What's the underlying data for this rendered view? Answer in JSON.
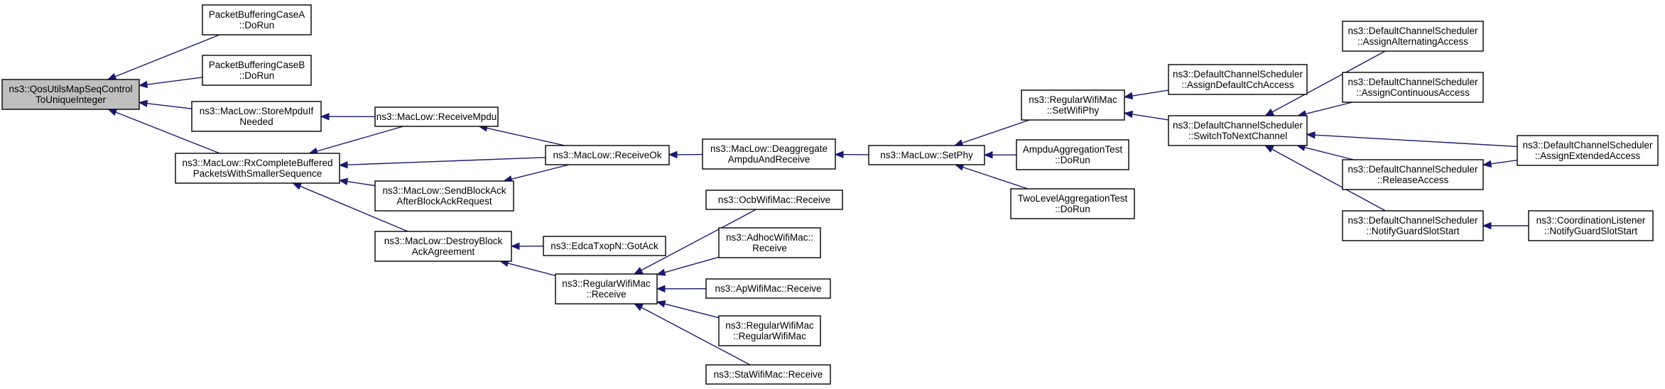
{
  "colors": {
    "edge": "#191970",
    "root_fill": "#bfbfbf",
    "node_fill": "#ffffff",
    "border": "#000000"
  },
  "graph": {
    "nodes": [
      {
        "id": "root",
        "lines": [
          "ns3::QosUtilsMapSeqControl",
          "ToUniqueInteger"
        ]
      },
      {
        "id": "pbcaseA",
        "lines": [
          "PacketBufferingCaseA",
          "::DoRun"
        ]
      },
      {
        "id": "pbcaseB",
        "lines": [
          "PacketBufferingCaseB",
          "::DoRun"
        ]
      },
      {
        "id": "storeMpdu",
        "lines": [
          "ns3::MacLow::StoreMpduIf",
          "Needed"
        ]
      },
      {
        "id": "rxComplete",
        "lines": [
          "ns3::MacLow::RxCompleteBuffered",
          "PacketsWithSmallerSequence"
        ]
      },
      {
        "id": "receiveMpdu",
        "lines": [
          "ns3::MacLow::ReceiveMpdu"
        ]
      },
      {
        "id": "sendBlockAck",
        "lines": [
          "ns3::MacLow::SendBlockAck",
          "AfterBlockAckRequest"
        ]
      },
      {
        "id": "destroyBlockAck",
        "lines": [
          "ns3::MacLow::DestroyBlock",
          "AckAgreement"
        ]
      },
      {
        "id": "receiveOk",
        "lines": [
          "ns3::MacLow::ReceiveOk"
        ]
      },
      {
        "id": "gotAck",
        "lines": [
          "ns3::EdcaTxopN::GotAck"
        ]
      },
      {
        "id": "regReceive",
        "lines": [
          "ns3::RegularWifiMac",
          "::Receive"
        ]
      },
      {
        "id": "deaggregate",
        "lines": [
          "ns3::MacLow::Deaggregate",
          "AmpduAndReceive"
        ]
      },
      {
        "id": "ocbReceive",
        "lines": [
          "ns3::OcbWifiMac::Receive"
        ]
      },
      {
        "id": "adhocReceive",
        "lines": [
          "ns3::AdhocWifiMac::",
          "Receive"
        ]
      },
      {
        "id": "apReceive",
        "lines": [
          "ns3::ApWifiMac::Receive"
        ]
      },
      {
        "id": "regCtor",
        "lines": [
          "ns3::RegularWifiMac",
          "::RegularWifiMac"
        ]
      },
      {
        "id": "staReceive",
        "lines": [
          "ns3::StaWifiMac::Receive"
        ]
      },
      {
        "id": "setPhy",
        "lines": [
          "ns3::MacLow::SetPhy"
        ]
      },
      {
        "id": "setWifiPhy",
        "lines": [
          "ns3::RegularWifiMac",
          "::SetWifiPhy"
        ]
      },
      {
        "id": "ampduTest",
        "lines": [
          "AmpduAggregationTest",
          "::DoRun"
        ]
      },
      {
        "id": "twoLevelTest",
        "lines": [
          "TwoLevelAggregationTest",
          "::DoRun"
        ]
      },
      {
        "id": "assignDefaultCch",
        "lines": [
          "ns3::DefaultChannelScheduler",
          "::AssignDefaultCchAccess"
        ]
      },
      {
        "id": "switchToNext",
        "lines": [
          "ns3::DefaultChannelScheduler",
          "::SwitchToNextChannel"
        ]
      },
      {
        "id": "assignAlternating",
        "lines": [
          "ns3::DefaultChannelScheduler",
          "::AssignAlternatingAccess"
        ]
      },
      {
        "id": "assignContinuous",
        "lines": [
          "ns3::DefaultChannelScheduler",
          "::AssignContinuousAccess"
        ]
      },
      {
        "id": "releaseAccess",
        "lines": [
          "ns3::DefaultChannelScheduler",
          "::ReleaseAccess"
        ]
      },
      {
        "id": "notifyGuardSched",
        "lines": [
          "ns3::DefaultChannelScheduler",
          "::NotifyGuardSlotStart"
        ]
      },
      {
        "id": "assignExtended",
        "lines": [
          "ns3::DefaultChannelScheduler",
          "::AssignExtendedAccess"
        ]
      },
      {
        "id": "notifyGuardCoord",
        "lines": [
          "ns3::CoordinationListener",
          "::NotifyGuardSlotStart"
        ]
      }
    ],
    "edges": [
      {
        "from": "pbcaseA",
        "to": "root"
      },
      {
        "from": "pbcaseB",
        "to": "root"
      },
      {
        "from": "storeMpdu",
        "to": "root"
      },
      {
        "from": "rxComplete",
        "to": "root"
      },
      {
        "from": "receiveMpdu",
        "to": "storeMpdu"
      },
      {
        "from": "receiveMpdu",
        "to": "rxComplete"
      },
      {
        "from": "receiveOk",
        "to": "rxComplete"
      },
      {
        "from": "sendBlockAck",
        "to": "rxComplete"
      },
      {
        "from": "destroyBlockAck",
        "to": "rxComplete"
      },
      {
        "from": "receiveOk",
        "to": "receiveMpdu"
      },
      {
        "from": "receiveOk",
        "to": "sendBlockAck"
      },
      {
        "from": "gotAck",
        "to": "destroyBlockAck"
      },
      {
        "from": "regReceive",
        "to": "destroyBlockAck"
      },
      {
        "from": "deaggregate",
        "to": "receiveOk"
      },
      {
        "from": "setPhy",
        "to": "deaggregate"
      },
      {
        "from": "ocbReceive",
        "to": "regReceive"
      },
      {
        "from": "adhocReceive",
        "to": "regReceive"
      },
      {
        "from": "apReceive",
        "to": "regReceive"
      },
      {
        "from": "regCtor",
        "to": "regReceive"
      },
      {
        "from": "staReceive",
        "to": "regReceive"
      },
      {
        "from": "setWifiPhy",
        "to": "setPhy"
      },
      {
        "from": "ampduTest",
        "to": "setPhy"
      },
      {
        "from": "twoLevelTest",
        "to": "setPhy"
      },
      {
        "from": "assignDefaultCch",
        "to": "setWifiPhy"
      },
      {
        "from": "switchToNext",
        "to": "setWifiPhy"
      },
      {
        "from": "assignAlternating",
        "to": "switchToNext"
      },
      {
        "from": "assignContinuous",
        "to": "switchToNext"
      },
      {
        "from": "assignExtended",
        "to": "switchToNext"
      },
      {
        "from": "releaseAccess",
        "to": "switchToNext"
      },
      {
        "from": "notifyGuardSched",
        "to": "switchToNext"
      },
      {
        "from": "assignExtended",
        "to": "releaseAccess"
      },
      {
        "from": "notifyGuardCoord",
        "to": "notifyGuardSched"
      }
    ]
  }
}
